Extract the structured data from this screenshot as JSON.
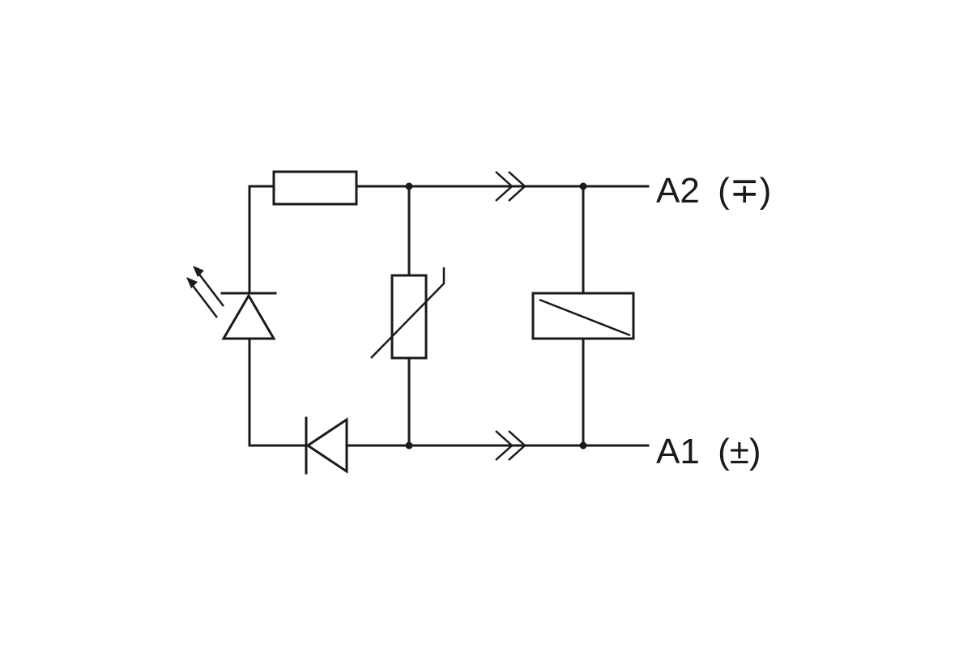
{
  "diagram": {
    "terminals": [
      {
        "id": "top",
        "name": "A2",
        "polarity": "(∓)"
      },
      {
        "id": "bottom",
        "name": "A1",
        "polarity": "(±)"
      }
    ],
    "components": [
      {
        "id": "resistor",
        "kind": "resistor"
      },
      {
        "id": "led",
        "kind": "light-emitting-diode"
      },
      {
        "id": "diode",
        "kind": "diode"
      },
      {
        "id": "varistor",
        "kind": "varistor"
      },
      {
        "id": "relay-coil",
        "kind": "relay-coil"
      },
      {
        "id": "connector-top",
        "kind": "plug-connector"
      },
      {
        "id": "connector-bottom",
        "kind": "plug-connector"
      }
    ],
    "colors": {
      "line": "#1a1a1a",
      "background": "#ffffff"
    }
  }
}
